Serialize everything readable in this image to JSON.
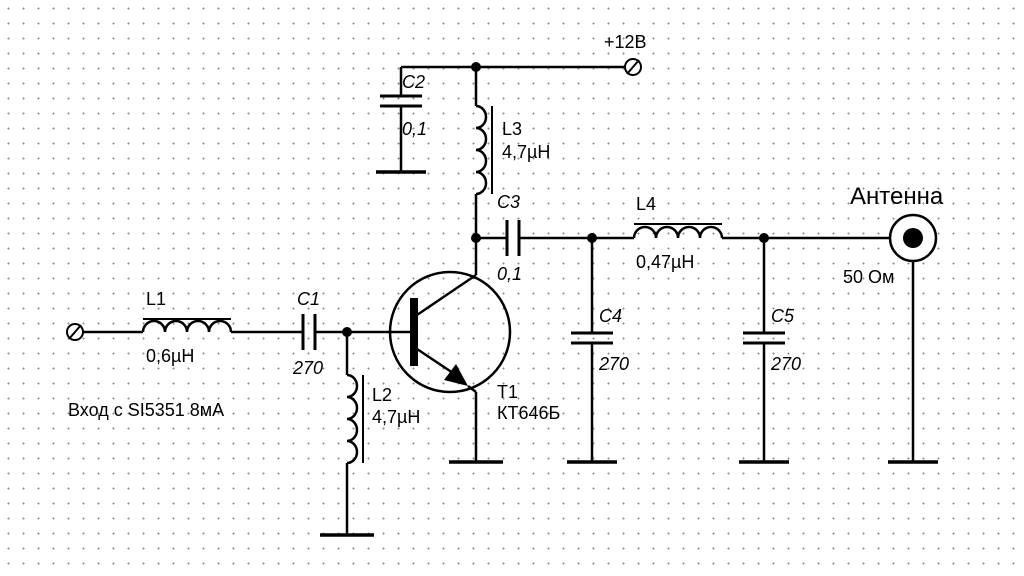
{
  "supply": {
    "label": "+12В"
  },
  "input": {
    "label": "Вход с SI5351 8мА"
  },
  "antenna": {
    "title": "Антенна",
    "impedance": "50 Ом"
  },
  "components": {
    "L1": {
      "ref": "L1",
      "value": "0,6µH"
    },
    "L2": {
      "ref": "L2",
      "value": "4,7µH"
    },
    "L3": {
      "ref": "L3",
      "value": "4,7µH"
    },
    "L4": {
      "ref": "L4",
      "value": "0,47µH"
    },
    "C1": {
      "ref": "C1",
      "value": "270"
    },
    "C2": {
      "ref": "C2",
      "value": "0,1"
    },
    "C3": {
      "ref": "C3",
      "value": "0,1"
    },
    "C4": {
      "ref": "C4",
      "value": "270"
    },
    "C5": {
      "ref": "C5",
      "value": "270"
    },
    "T1": {
      "ref": "T1",
      "value": "КТ646Б"
    }
  }
}
